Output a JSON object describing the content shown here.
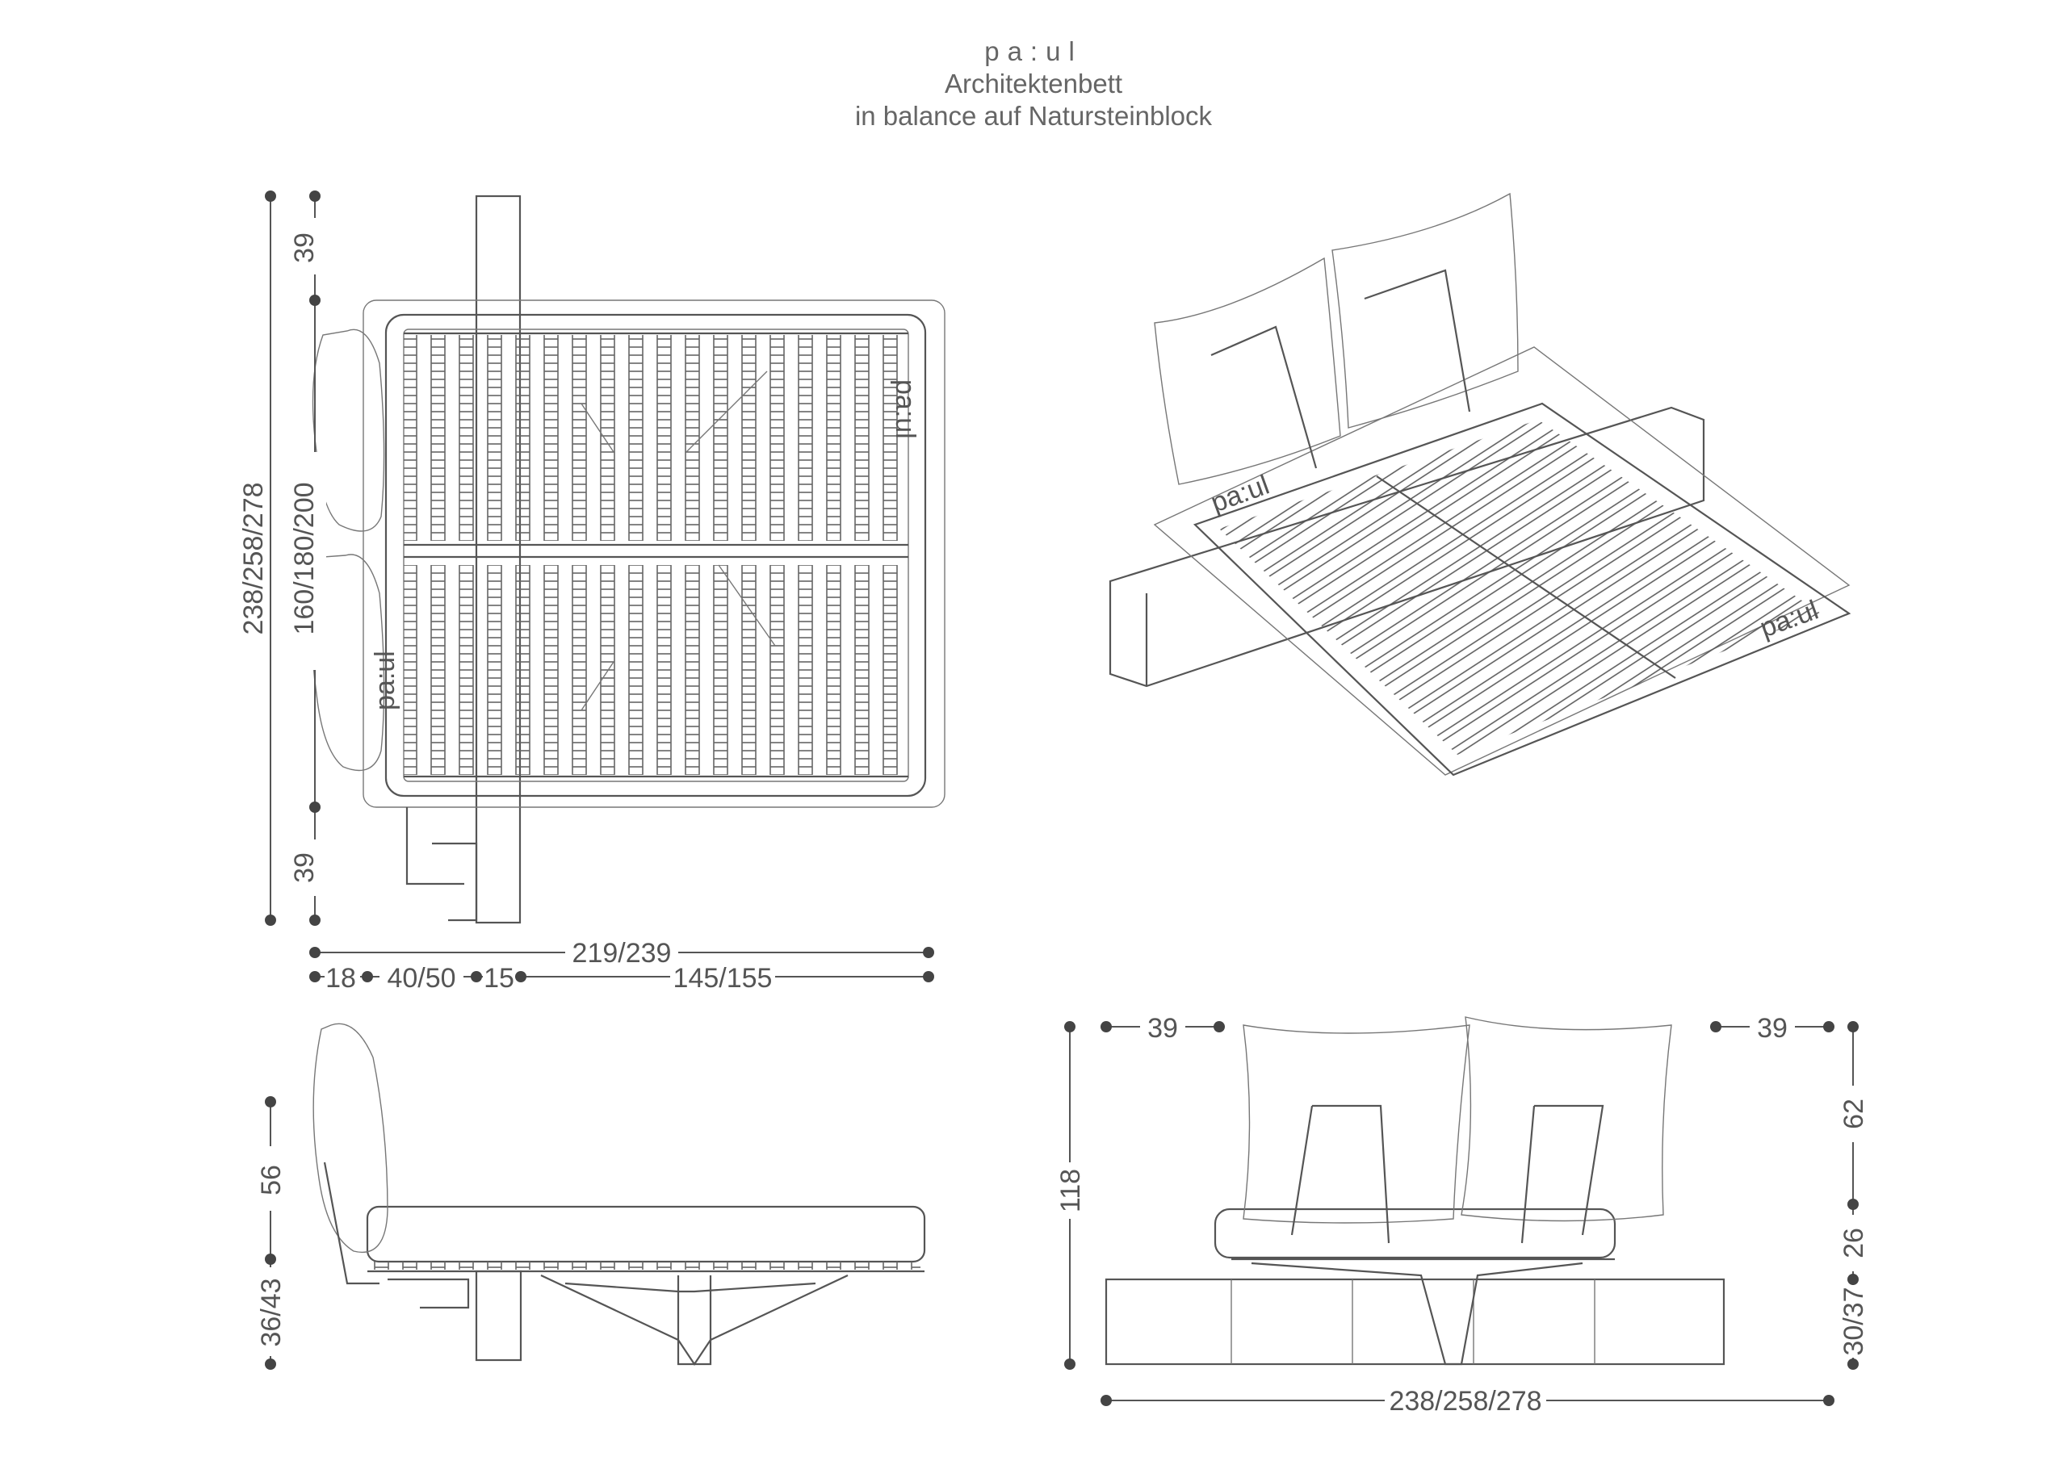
{
  "title": {
    "brand": "pa:ul",
    "line1": "Architektenbett",
    "line2": "in balance auf Natursteinblock"
  },
  "logo_text": "pa:ul",
  "views": {
    "top": {
      "dims": {
        "length_outer": "238/258/278",
        "length_inner": "160/180/200",
        "block_top": "39",
        "block_bottom": "39",
        "width_total": "219/239",
        "w_seg1": "18",
        "w_seg2": "40/50",
        "w_seg3": "15",
        "w_seg4": "145/155"
      }
    },
    "side": {
      "dims": {
        "headboard": "56",
        "base": "36/43"
      }
    },
    "front": {
      "dims": {
        "left": "39",
        "right": "39",
        "height_total": "118",
        "pillow": "62",
        "mattress": "26",
        "block": "30/37",
        "length": "238/258/278"
      }
    }
  }
}
